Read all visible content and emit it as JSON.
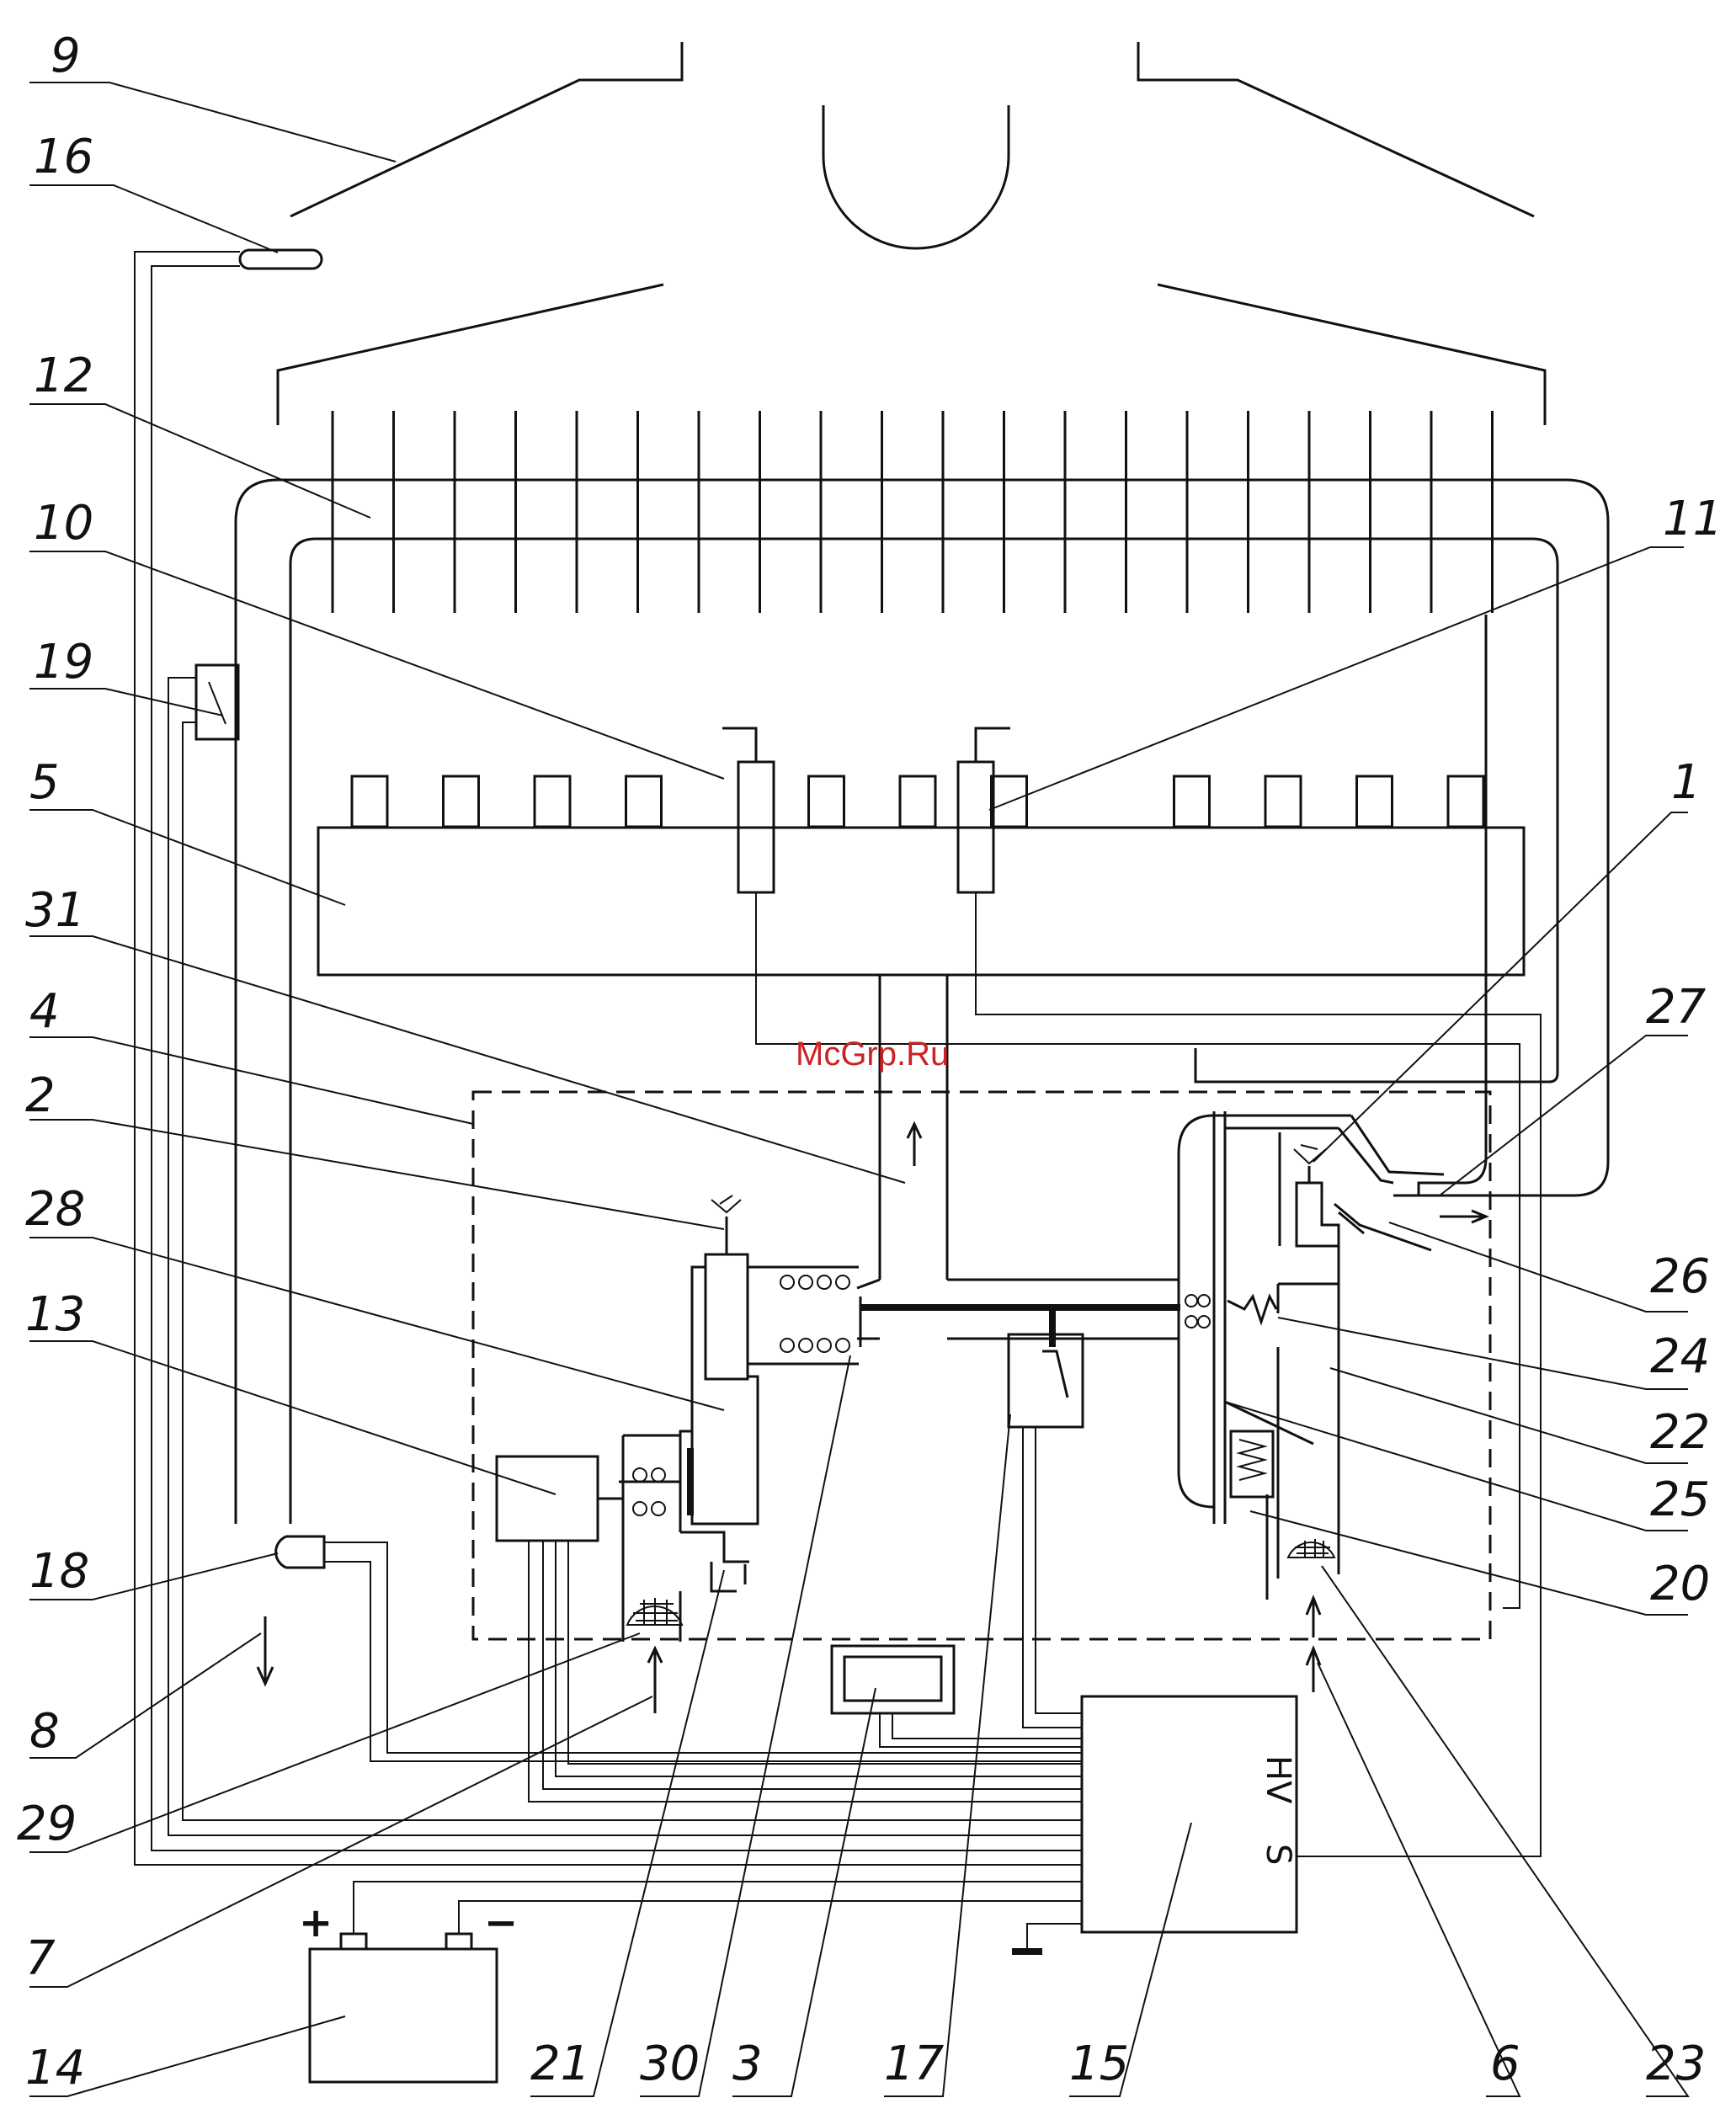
{
  "watermark": "McGrp.Ru",
  "callouts": [
    "9",
    "16",
    "12",
    "10",
    "11",
    "19",
    "5",
    "1",
    "31",
    "27",
    "4",
    "2",
    "26",
    "28",
    "24",
    "13",
    "22",
    "25",
    "20",
    "18",
    "8",
    "29",
    "7",
    "14",
    "21",
    "30",
    "3",
    "17",
    "15",
    "6",
    "23"
  ],
  "block_15_labels": {
    "hv": "HV",
    "s": "S"
  },
  "battery_polarity": {
    "plus": "+",
    "minus": "−"
  }
}
